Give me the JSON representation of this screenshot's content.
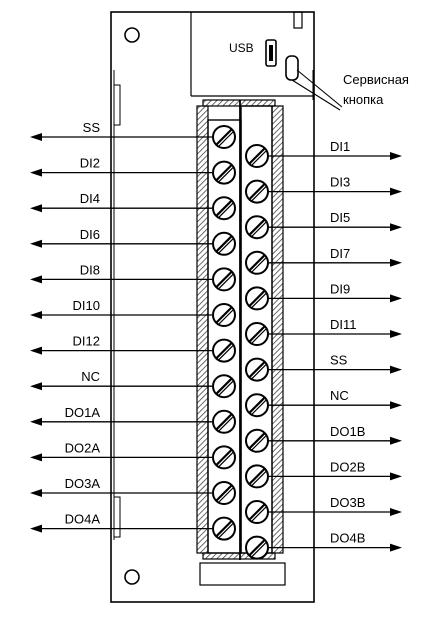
{
  "usb_label": "USB",
  "service_button_label": [
    "Сервисная",
    "кнопка"
  ],
  "left_terminals": [
    "SS",
    "DI2",
    "DI4",
    "DI6",
    "DI8",
    "DI10",
    "DI12",
    "NC",
    "DO1A",
    "DO2A",
    "DO3A",
    "DO4A"
  ],
  "right_terminals": [
    "DI1",
    "DI3",
    "DI5",
    "DI7",
    "DI9",
    "DI11",
    "SS",
    "NC",
    "DO1B",
    "DO2B",
    "DO3B",
    "DO4B"
  ],
  "colors": {
    "line": "#000000",
    "background": "#ffffff",
    "hatch": "#444444"
  },
  "icons": {
    "screw": "slotted-screw-icon",
    "arrow": "arrow-head-icon",
    "usb_port": "usb-port-icon",
    "mount_hole": "mounting-hole-icon"
  }
}
